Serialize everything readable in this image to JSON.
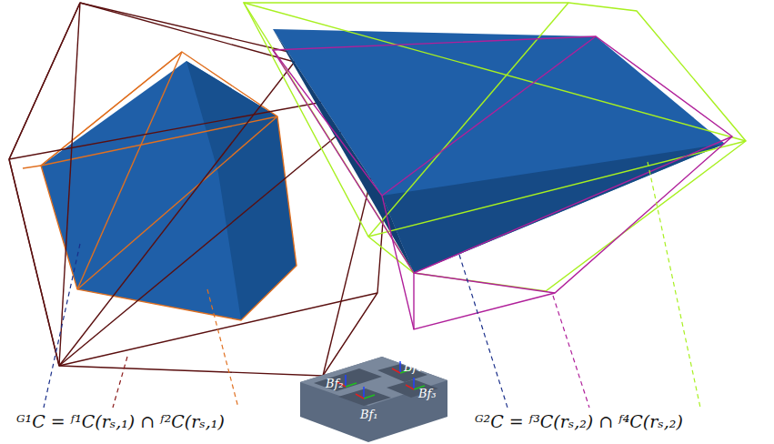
{
  "diagram": {
    "labels": [
      "ᴳ¹C = ᶠ¹C(rₛ,₁) ∩ ᶠ²C(rₛ,₁)",
      "ᴳ²C = ᶠ³C(rₛ,₂) ∩ ᶠ⁴C(rₛ,₂)",
      "Bf₄",
      "Bf₂",
      "Bf₃",
      "Bf₁"
    ]
  }
}
